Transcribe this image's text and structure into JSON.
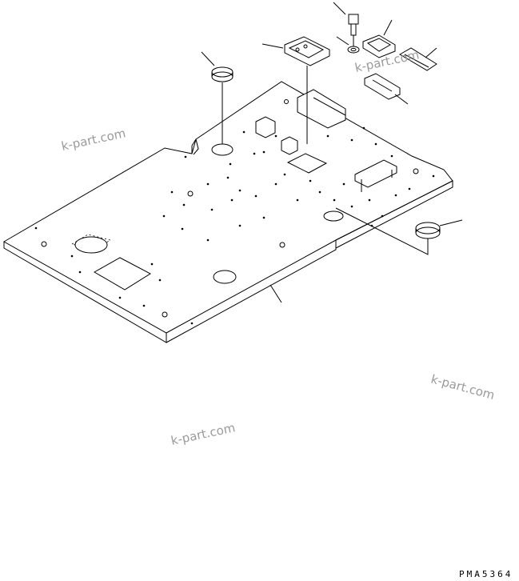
{
  "diagram": {
    "drawing_code": "PMA5364",
    "watermarks": [
      "k-part.com",
      "k-part.com",
      "k-part.com",
      "k-part.com"
    ]
  }
}
